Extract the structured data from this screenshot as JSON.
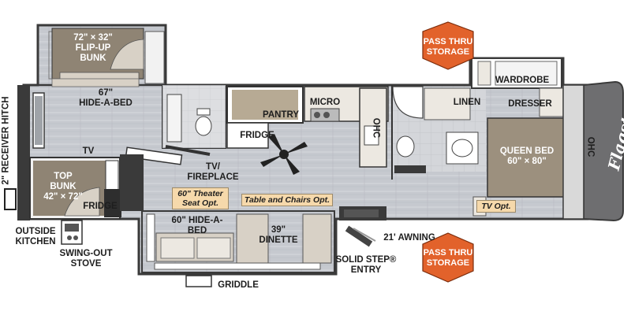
{
  "labels": {
    "receiver_hitch": "2\" RECEIVER HITCH",
    "flip_up_bunk": "72\" × 32\"\nFLIP-UP\nBUNK",
    "hide_a_bed_67": "67\"\nHIDE-A-BED",
    "tv_left": "TV",
    "top_bunk": "TOP\nBUNK\n42\" × 72\"",
    "fridge_bunk": "FRIDGE",
    "outside_kitchen": "OUTSIDE\nKITCHEN",
    "swing_out_stove": "SWING-OUT\nSTOVE",
    "pantry": "PANTRY",
    "micro": "MICRO",
    "fridge_main": "FRIDGE",
    "ohc_kitchen": "OHC",
    "tv_fireplace": "TV/\nFIREPLACE",
    "theater_seat_opt": "60\" Theater\nSeat Opt.",
    "table_chairs_opt": "Table and Chairs Opt.",
    "hide_a_bed_60": "60\" HIDE-A-\nBED",
    "dinette": "39\"\nDINETTE",
    "griddle": "GRIDDLE",
    "awning": "21' AWNING",
    "solid_step_entry": "SOLID STEP®\nENTRY",
    "wardrobe": "WARDROBE",
    "linen": "LINEN",
    "dresser": "DRESSER",
    "queen_bed": "QUEEN BED\n60\" × 80\"",
    "ohc_bedroom": "OHC",
    "tv_opt": "TV Opt.",
    "pass_thru_top": "PASS THRU\nSTORAGE",
    "pass_thru_bottom": "PASS THRU\nSTORAGE",
    "brand_logo": "Flagstaff"
  },
  "colors": {
    "wall": "#3a3a3a",
    "floor": "#c6c9cf",
    "floor_grain": "#d6d9de",
    "cabinet": "#a59a88",
    "bed": "#9c907e",
    "fabric": "#d8d1c6",
    "counter": "#ece8e1",
    "storage_orange": "#e2622b",
    "option_tag": "#f6d9ab",
    "nose_cap": "#6e6e70"
  }
}
